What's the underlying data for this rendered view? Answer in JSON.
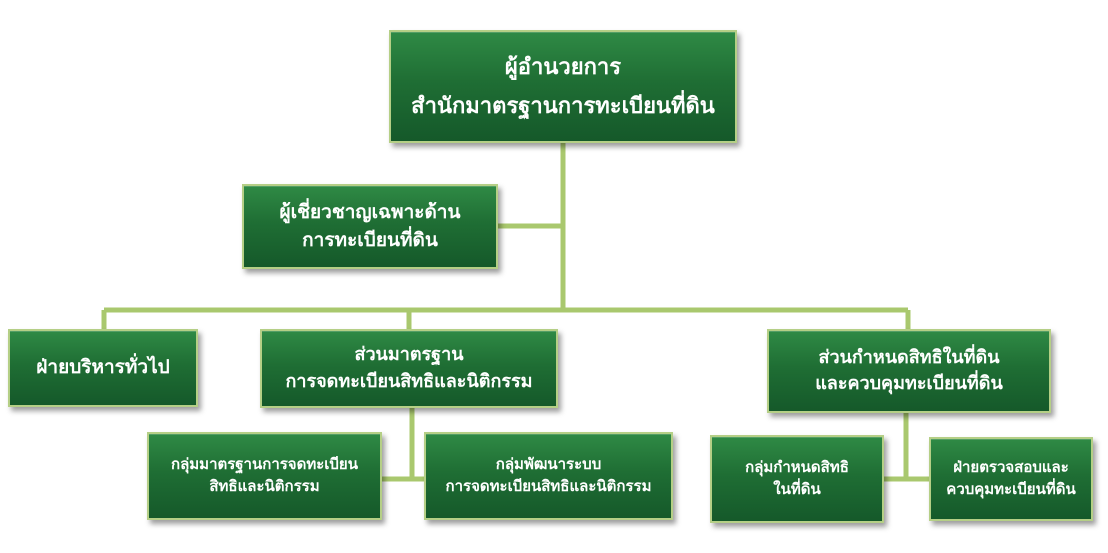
{
  "nodes": {
    "director": {
      "line1": "ผู้อำนวยการ",
      "line2": "สำนักมาตรฐานการทะเบียนที่ดิน"
    },
    "expert": {
      "line1": "ผู้เชี่ยวชาญเฉพาะด้าน",
      "line2": "การทะเบียนที่ดิน"
    },
    "general_admin": {
      "line1": "ฝ่ายบริหารทั่วไป"
    },
    "standards_division": {
      "line1": "ส่วนมาตรฐาน",
      "line2": "การจดทะเบียนสิทธิและนิติกรรม"
    },
    "rights_division": {
      "line1": "ส่วนกำหนดสิทธิในที่ดิน",
      "line2": "และควบคุมทะเบียนที่ดิน"
    },
    "standards_group": {
      "line1": "กลุ่มมาตรฐานการจดทะเบียน",
      "line2": "สิทธิและนิติกรรม"
    },
    "development_group": {
      "line1": "กลุ่มพัฒนาระบบ",
      "line2": "การจดทะเบียนสิทธิและนิติกรรม"
    },
    "rights_group": {
      "line1": "กลุ่มกำหนดสิทธิ",
      "line2": "ในที่ดิน"
    },
    "audit_section": {
      "line1": "ฝ่ายตรวจสอบและ",
      "line2": "ควบคุมทะเบียนที่ดิน"
    }
  },
  "colors": {
    "box_fill": "#1f6e34",
    "box_border": "#b5cf86",
    "connector": "#a9c86e",
    "text": "#ffffff"
  }
}
